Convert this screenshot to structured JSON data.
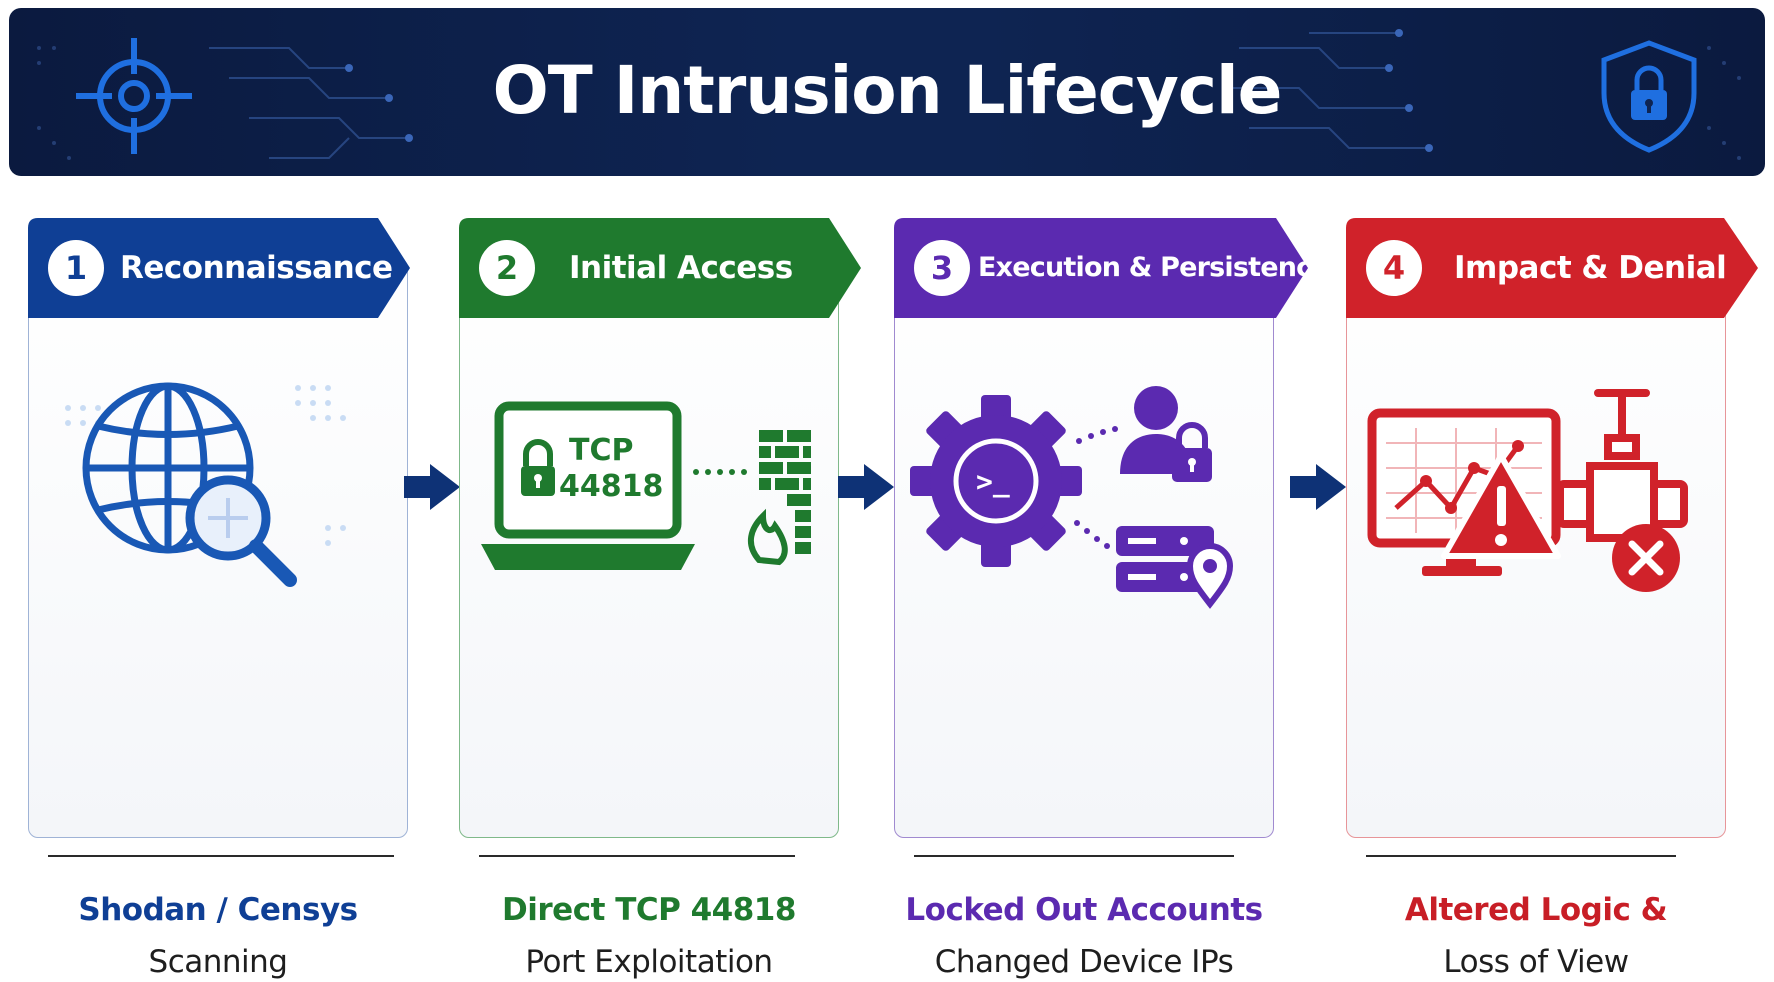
{
  "title": "OT Intrusion Lifecycle",
  "colors": {
    "banner": "#0e2452",
    "stage1": "#0f3f95",
    "stage2": "#1f7a2e",
    "stage3": "#5b2ab0",
    "stage4": "#d0222a",
    "flow_arrow": "#0e3276"
  },
  "icons": {
    "banner_left": "crosshair-icon",
    "banner_right": "shield-lock-icon"
  },
  "stages": [
    {
      "number": "1",
      "title": "Reconnaissance",
      "illustration": "globe-search-icon",
      "line1": "Shodan / Censys",
      "line2": "Scanning"
    },
    {
      "number": "2",
      "title": "Initial Access",
      "illustration": "laptop-lock-firewall-icon",
      "screen_text_1": "TCP",
      "screen_text_2": "44818",
      "line1": "Direct TCP 44818",
      "line2": "Port Exploitation"
    },
    {
      "number": "3",
      "title": "Execution & Persistence",
      "illustration": "gear-terminal-user-server-icon",
      "terminal_prompt": ">_",
      "line1": "Locked Out Accounts",
      "line2": "Changed Device IPs"
    },
    {
      "number": "4",
      "title": "Impact & Denial",
      "illustration": "monitor-warning-valve-icon",
      "line1": "Altered Logic &",
      "line2": "Loss of View"
    }
  ]
}
